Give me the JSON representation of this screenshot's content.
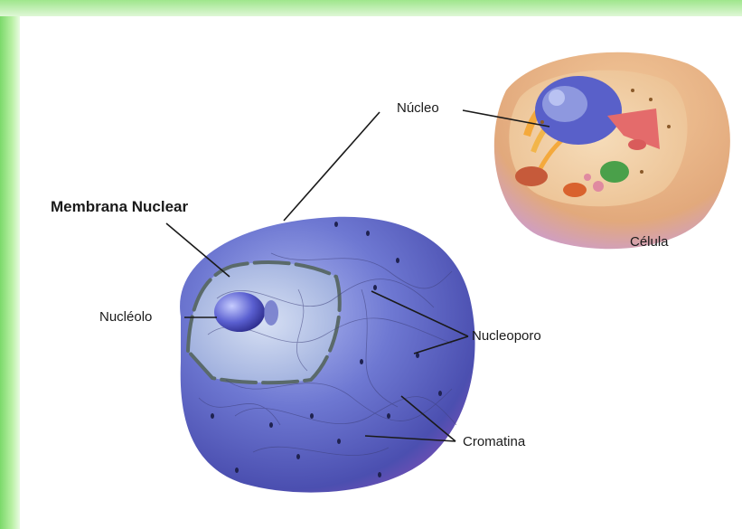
{
  "labels": {
    "nucleo": "Núcleo",
    "membrana": "Membrana Nuclear",
    "nucleolo": "Nucléolo",
    "nucleoporo": "Nucleoporo",
    "cromatina": "Cromatina",
    "celula": "Célula"
  },
  "colors": {
    "frame_green": "#7bd96a",
    "nucleus_blue": "#5b62c4",
    "nucleus_dark": "#3a3f9e",
    "cell_tan": "#e9b98d",
    "leader_line": "#1a1a1a"
  }
}
